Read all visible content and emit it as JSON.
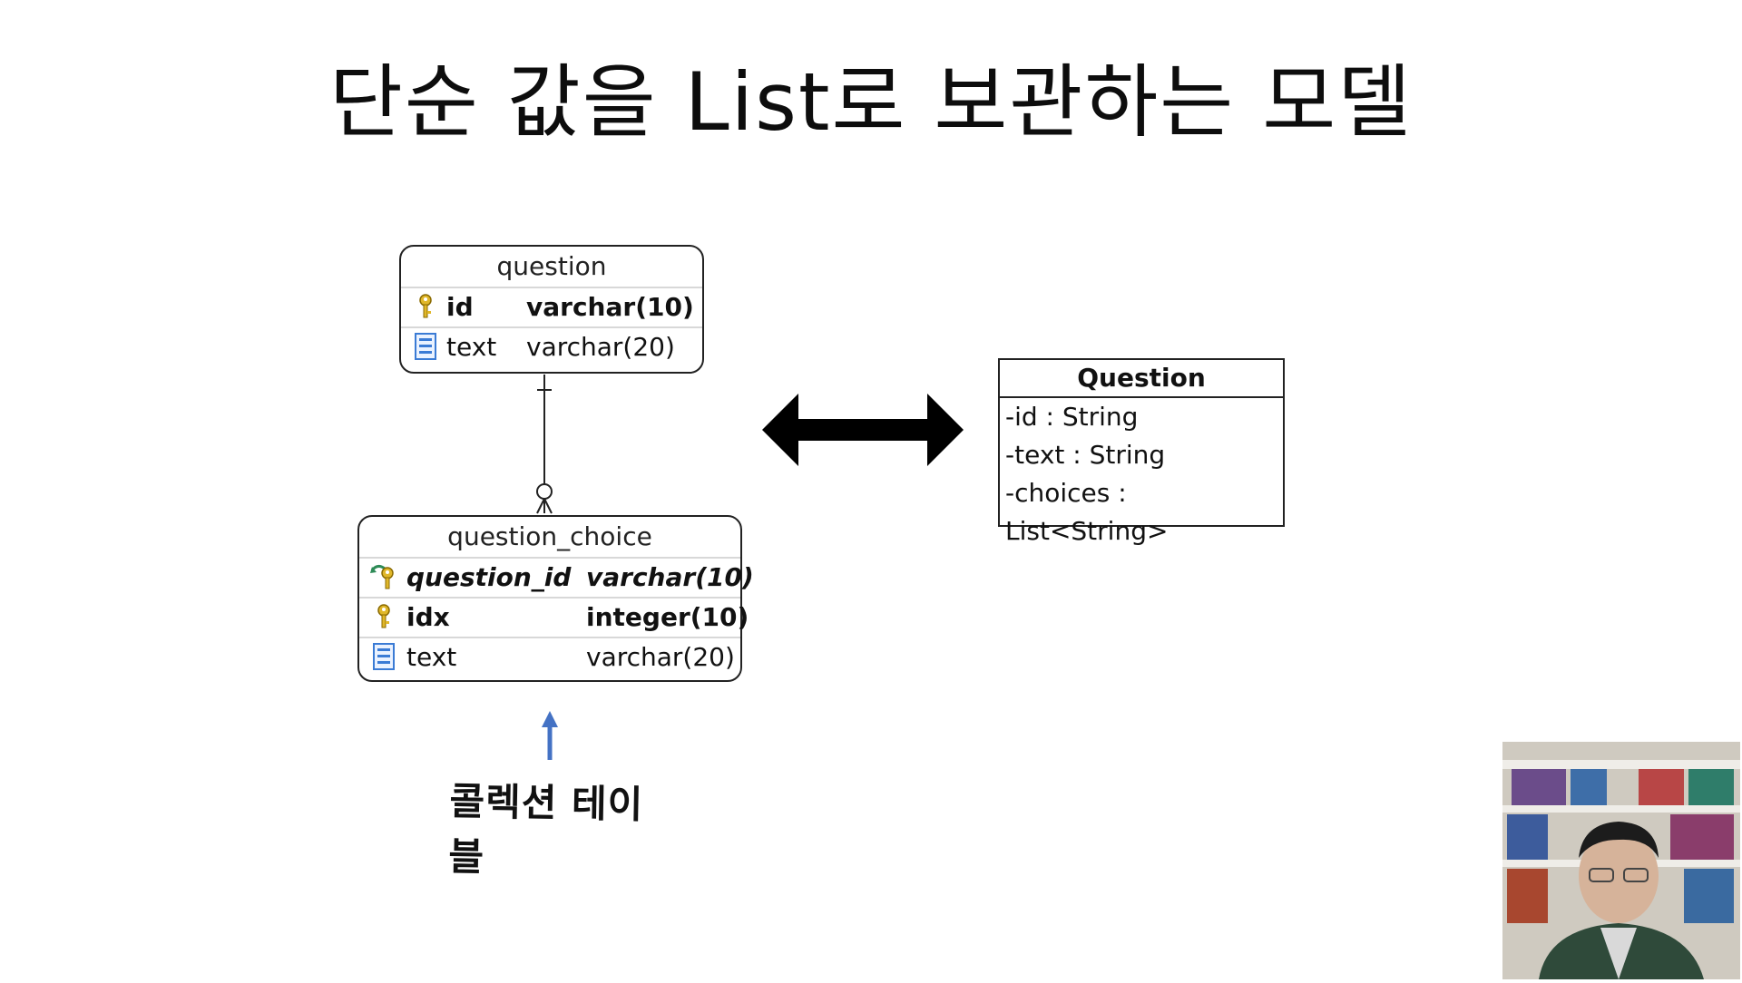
{
  "title": "단순 값을 List로 보관하는 모델",
  "er": {
    "question": {
      "name": "question",
      "rows": [
        {
          "column": "id",
          "type": "varchar(10)"
        },
        {
          "column": "text",
          "type": "varchar(20)"
        }
      ]
    },
    "question_choice": {
      "name": "question_choice",
      "rows": [
        {
          "column": "question_id",
          "type": "varchar(10)"
        },
        {
          "column": "idx",
          "type": "integer(10)"
        },
        {
          "column": "text",
          "type": "varchar(20)"
        }
      ]
    }
  },
  "uml": {
    "class_name": "Question",
    "attributes": [
      "-id : String",
      "-text : String",
      "-choices : List<String>"
    ]
  },
  "annotation": {
    "label": "콜렉션 테이블",
    "arrow_color": "#4472c4"
  },
  "colors": {
    "key_icon": "#e0b72a",
    "column_icon": "#3a7bd5",
    "fk_arrow": "#2e8b57"
  }
}
